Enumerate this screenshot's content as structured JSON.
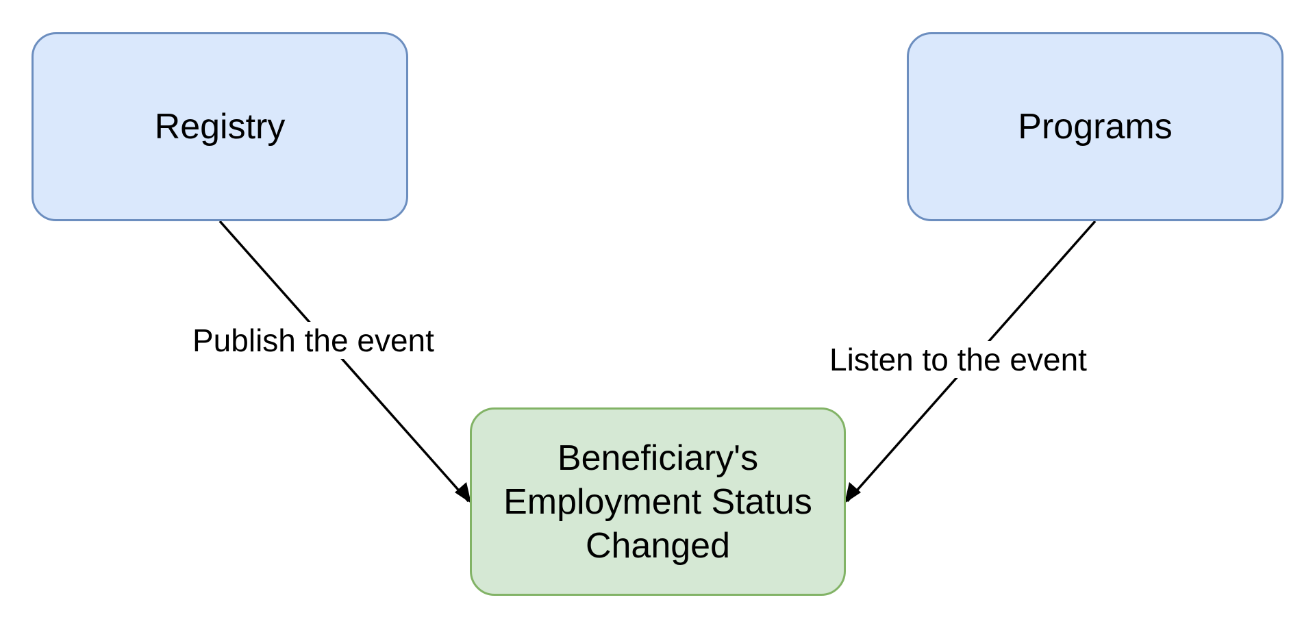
{
  "nodes": {
    "registry": {
      "label": "Registry",
      "fill": "#dae8fc",
      "stroke": "#6c8ebf"
    },
    "programs": {
      "label": "Programs",
      "fill": "#dae8fc",
      "stroke": "#6c8ebf"
    },
    "event": {
      "label": "Beneficiary's Employment Status Changed",
      "fill": "#d5e8d4",
      "stroke": "#82b366"
    }
  },
  "edges": [
    {
      "from": "registry",
      "to": "event",
      "label": "Publish the event"
    },
    {
      "from": "programs",
      "to": "event",
      "label": "Listen to the event"
    }
  ],
  "colors": {
    "edge_stroke": "#000000",
    "background": "#ffffff"
  }
}
